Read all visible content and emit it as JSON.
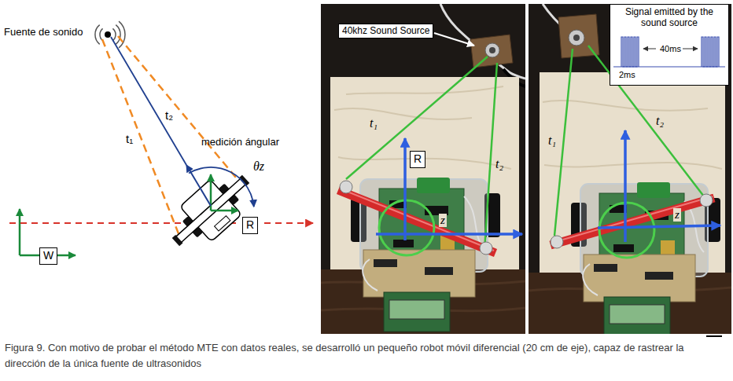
{
  "diagram": {
    "caption": "Figura 9. Con motivo de probar el método MTE con datos reales, se desarrolló un pequeño robot móvil diferencial (20 cm de eje), capaz de rastrear la dirección de la única fuente de ultrasonidos",
    "nodes": [
      {
        "text": [
          "R"
        ]
      },
      {
        "text": [
          "W"
        ]
      },
      {
        "text": [
          "40khz Sound Source"
        ]
      },
      {
        "text": [
          "R"
        ]
      },
      {
        "text": [
          "Signal emitted by the sound source",
          "40ms",
          "2ms"
        ]
      }
    ],
    "labels": [
      "Fuente de sonido",
      "t₂",
      "t₁",
      "medición ángular",
      "θz",
      "t₁",
      "t₂",
      "z",
      "t₁",
      "t₂",
      "z"
    ]
  }
}
